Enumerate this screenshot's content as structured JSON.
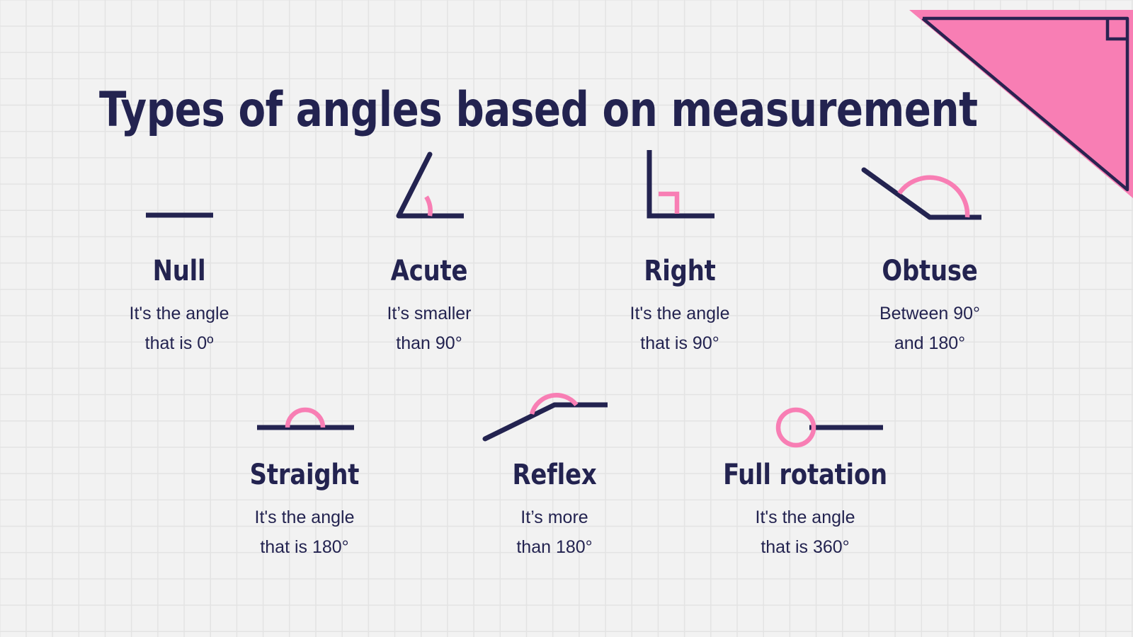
{
  "page": {
    "title": "Types of angles based on measurement",
    "background_color": "#f2f2f2",
    "grid_line_color": "#e3e3e3",
    "ink_color": "#232350",
    "accent_color": "#f87eb4"
  },
  "decoration": {
    "triangle": {
      "name": "right-triangle-decoration",
      "fill_color": "#f87eb4",
      "outline_color": "#2a2351",
      "has_right_angle_marker": true
    }
  },
  "angles": [
    {
      "id": "null",
      "name": "Null",
      "desc_line1": "It's the angle",
      "desc_line2": "that is 0º",
      "marker": "none",
      "figure_icon": "null-angle-icon"
    },
    {
      "id": "acute",
      "name": "Acute",
      "desc_line1": "It’s smaller",
      "desc_line2": "than 90°",
      "marker": "arc",
      "figure_icon": "acute-angle-icon"
    },
    {
      "id": "right",
      "name": "Right",
      "desc_line1": "It's the angle",
      "desc_line2": "that is 90°",
      "marker": "square",
      "figure_icon": "right-angle-icon"
    },
    {
      "id": "obtuse",
      "name": "Obtuse",
      "desc_line1": "Between 90°",
      "desc_line2": "and 180°",
      "marker": "arc",
      "figure_icon": "obtuse-angle-icon"
    },
    {
      "id": "straight",
      "name": "Straight",
      "desc_line1": "It's the angle",
      "desc_line2": "that is 180°",
      "marker": "semicircle",
      "figure_icon": "straight-angle-icon"
    },
    {
      "id": "reflex",
      "name": "Reflex",
      "desc_line1": "It’s more",
      "desc_line2": "than 180°",
      "marker": "arc",
      "figure_icon": "reflex-angle-icon"
    },
    {
      "id": "full_rotation",
      "name": "Full rotation",
      "desc_line1": "It's the angle",
      "desc_line2": "that is 360°",
      "marker": "circle",
      "figure_icon": "full-rotation-angle-icon"
    }
  ]
}
